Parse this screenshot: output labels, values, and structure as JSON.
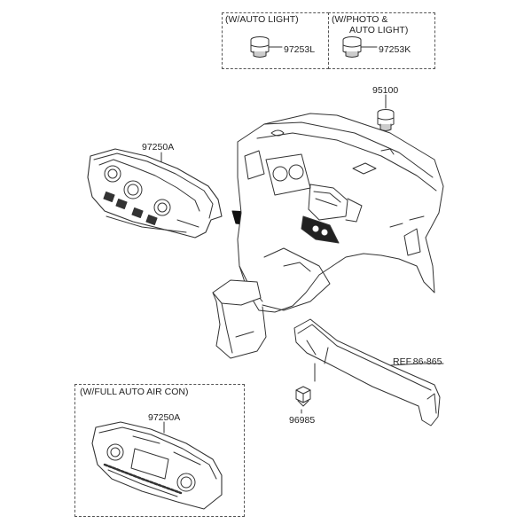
{
  "option_boxes": {
    "auto_light": {
      "title": "(W/AUTO LIGHT)",
      "part": "97253L"
    },
    "photo_auto_light": {
      "title_line1": "(W/PHOTO &",
      "title_line2": "AUTO LIGHT)",
      "part": "97253K"
    },
    "full_auto_aircon": {
      "title": "(W/FULL AUTO AIR CON)",
      "part": "97250A"
    }
  },
  "parts": {
    "heater_control": "97250A",
    "sensor_top": "95100",
    "switch_small": "96985",
    "reference": "REF.86-865"
  }
}
